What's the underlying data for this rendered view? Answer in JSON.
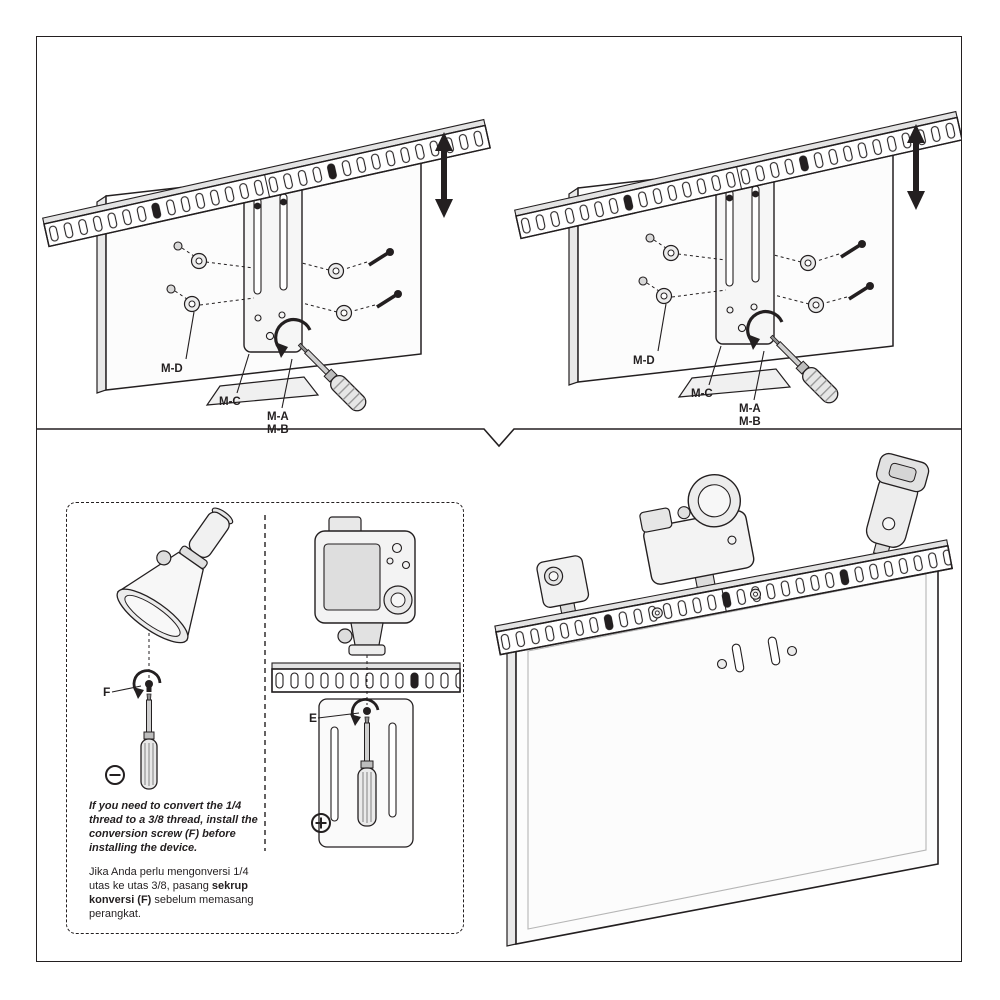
{
  "page": {
    "kind": "installation-instructions",
    "colors": {
      "line": "#231f20",
      "bg": "#ffffff",
      "fill_light": "#f4f4f4",
      "fill_mid": "#e2e2e2"
    }
  },
  "step_top": {
    "panels": [
      {
        "name": "left-panel",
        "labels": {
          "m_d": "M-D",
          "m_c": "M-C",
          "m_a": "M-A",
          "m_b": "M-B"
        }
      },
      {
        "name": "right-panel",
        "labels": {
          "m_d": "M-D",
          "m_c": "M-C",
          "m_a": "M-A",
          "m_b": "M-B"
        }
      }
    ],
    "icons": {
      "height_adjust": "double-vertical-arrow",
      "tighten": "rotate-clockwise-arrow",
      "tool": "screwdriver"
    }
  },
  "step_bottom": {
    "conversion_panel": {
      "label_f": "F",
      "screw_head_icon": "minus-circle-flathead",
      "note_en": "If you need to convert the 1/4 thread to a 3/8 thread, install the conversion screw (F) before installing the device.",
      "note_id_prefix": "Jika Anda perlu mengonversi 1/4 utas ke utas 3/8, pasang ",
      "note_id_bold": "sekrup konversi (F)",
      "note_id_suffix": " sebelum memasang perangkat."
    },
    "device_panel": {
      "label_e": "E",
      "screw_head_icon": "plus-circle-phillips"
    }
  }
}
